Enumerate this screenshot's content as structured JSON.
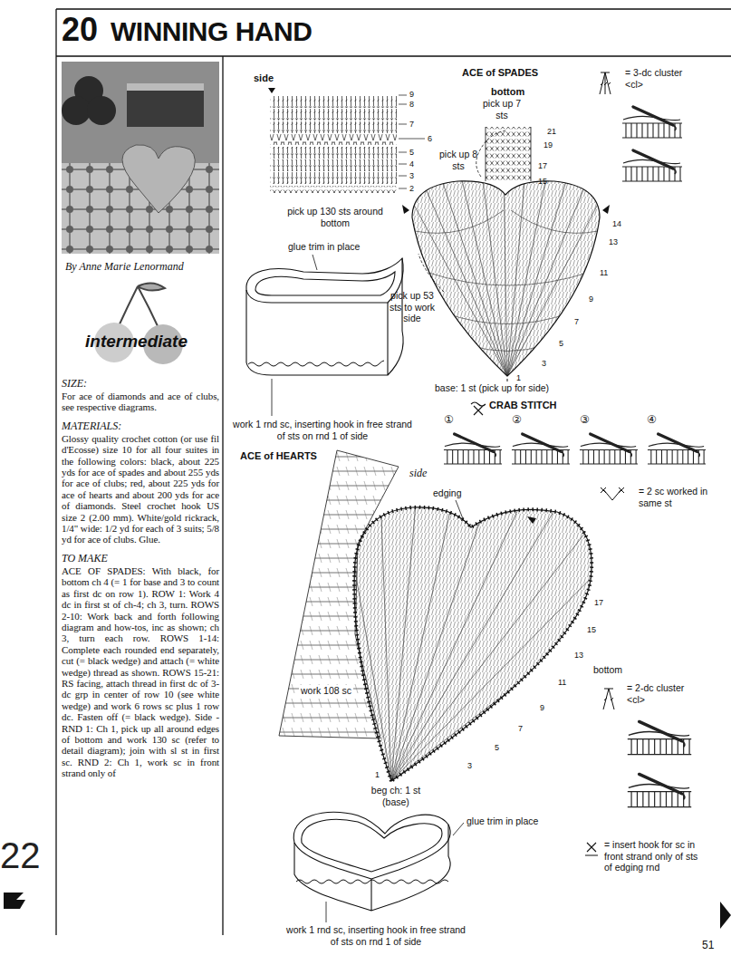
{
  "diagram": {
    "title": "WINNING HAND",
    "nodes": [
      {
        "text": [
          "intermediate"
        ]
      }
    ],
    "labels": [
      "20",
      "By Anne Marie Lenormand",
      "SIZE:",
      "For ace of diamonds and ace of clubs, see respective diagrams.",
      "MATERIALS:",
      "Glossy quality crochet cotton (or use fil d'Ecosse) size 10 for all four suites in the following colors: black, about 225 yds for ace of spades and about 255 yds for ace of clubs; red, about 225 yds for ace of hearts and about 200 yds for ace of diamonds. Steel crochet hook US size 2 (2.00 mm). White/gold rickrack, 1/4\" wide: 1/2 yd for each of 3 suits; 5/8 yd for ace of clubs. Glue.",
      "TO MAKE",
      "ACE OF SPADES: With black, for bottom ch 4 (= 1 for base and 3 to count as first dc on row 1). ROW 1: Work 4 dc in first st of ch-4; ch 3, turn. ROWS 2-10: Work back and forth following diagram and how-tos, inc as shown; ch 3, turn each row. ROWS 1-14: Complete each rounded end separately, cut (= black wedge) and attach (= white wedge) thread as shown. ROWS 15-21: RS facing, attach thread in first dc of 3-dc grp in center of row 10 (see white wedge) and work 6 rows sc plus 1 row dc. Fasten off (= black wedge). Side - RND 1: Ch 1, pick up all around edges of bottom and work 130 sc (refer to detail diagram); join with sl st in first sc. RND 2: Ch 1, work sc in front strand only of",
      "22",
      "side",
      "9",
      "8",
      "7",
      "6",
      "5",
      "4",
      "3",
      "2",
      "pick up 130 sts around bottom",
      "glue trim in place",
      "work 1 rnd sc, inserting hook in free strand of sts on rnd 1 of side",
      "ACE of SPADES",
      "bottom",
      "pick up 7 sts",
      "pick up 8 sts",
      "21",
      "19",
      "17",
      "15",
      "14",
      "13",
      "11",
      "9",
      "7",
      "5",
      "3",
      "1",
      "pick up 53 sts to work side",
      "base: 1 st (pick up for side)",
      "= 3-dc cluster <cl>",
      "CRAB STITCH",
      "①",
      "②",
      "③",
      "④",
      "= 2 sc worked in same st",
      "ACE of HEARTS",
      "side",
      "edging",
      "17",
      "15",
      "13",
      "11",
      "9",
      "7",
      "5",
      "3",
      "1",
      "bottom",
      "work 108 sc",
      "beg ch: 1 st (base)",
      "glue trim in place",
      "work 1 rnd sc, inserting hook in free strand of sts on rnd 1 of side",
      "= 2-dc cluster <cl>",
      "= insert hook for sc in front strand only of sts of edging rnd",
      "51"
    ]
  }
}
